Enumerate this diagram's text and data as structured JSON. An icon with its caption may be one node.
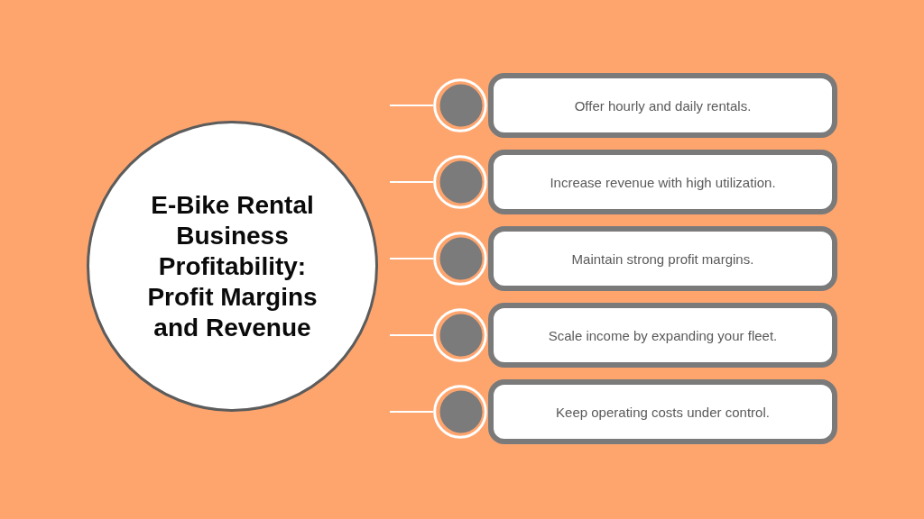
{
  "diagram": {
    "nodes": [
      {
        "text": [
          "E-Bike Rental Business Profitability: Profit Margins and Revenue"
        ]
      },
      {
        "text": [],
        "shape": "circle"
      },
      {
        "text": [
          "Offer hourly and daily rentals."
        ]
      },
      {
        "text": [],
        "shape": "circle"
      },
      {
        "text": [
          "Increase revenue with high utilization."
        ]
      },
      {
        "text": [],
        "shape": "circle"
      },
      {
        "text": [
          "Maintain strong profit margins."
        ]
      },
      {
        "text": [],
        "shape": "circle"
      },
      {
        "text": [
          "Scale income by expanding your fleet."
        ]
      },
      {
        "text": [],
        "shape": "circle"
      },
      {
        "text": [
          "Keep operating costs under control."
        ]
      }
    ],
    "edges": [
      {
        "from": null,
        "to": 1,
        "arrow": "none"
      },
      {
        "from": null,
        "to": 3,
        "arrow": "none"
      },
      {
        "from": null,
        "to": 5,
        "arrow": "none"
      },
      {
        "from": null,
        "to": 7,
        "arrow": "none"
      },
      {
        "from": null,
        "to": 9,
        "arrow": "none"
      }
    ]
  }
}
